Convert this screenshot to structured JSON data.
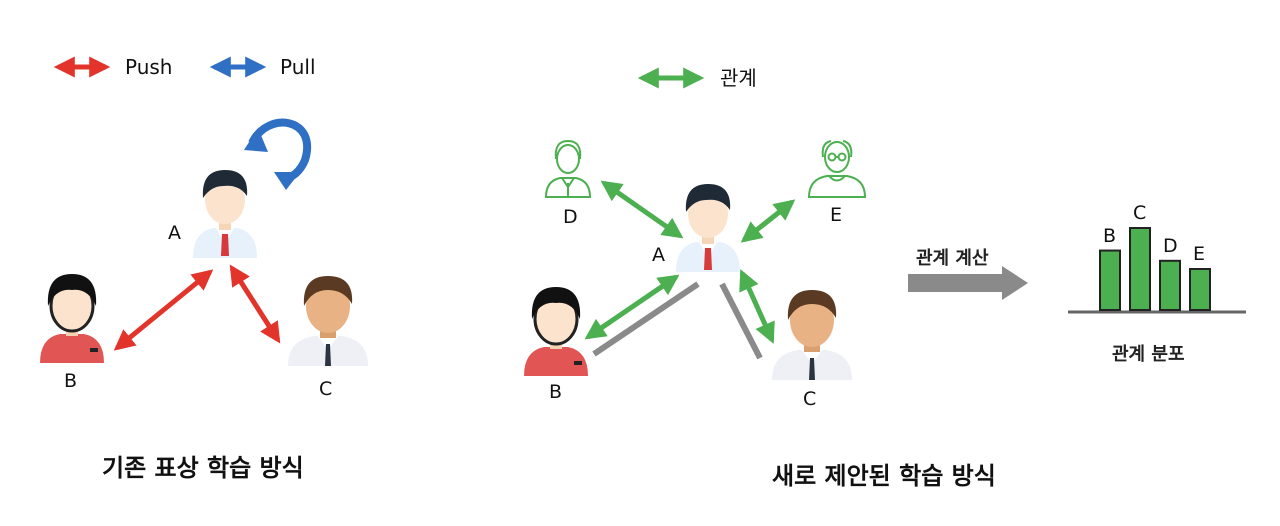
{
  "legend": {
    "push": "Push",
    "pull": "Pull",
    "relation": "관계"
  },
  "left_diagram": {
    "nodes": {
      "a": "A",
      "b": "B",
      "c": "C"
    },
    "caption": "기존 표상 학습 방식"
  },
  "right_diagram": {
    "nodes": {
      "a": "A",
      "b": "B",
      "c": "C",
      "d": "D",
      "e": "E"
    },
    "caption": "새로 제안된 학습 방식"
  },
  "process_arrow": {
    "label": "관계 계산"
  },
  "distribution": {
    "title": "관계 분포",
    "bars": [
      {
        "label": "B",
        "value": 58
      },
      {
        "label": "C",
        "value": 80
      },
      {
        "label": "D",
        "value": 48
      },
      {
        "label": "E",
        "value": 40
      }
    ],
    "max": 80
  },
  "colors": {
    "push": "#e3342b",
    "pull": "#2f6fc4",
    "relation": "#4caf50",
    "neutral": "#8a8a8a",
    "bar": "#4caf50"
  }
}
